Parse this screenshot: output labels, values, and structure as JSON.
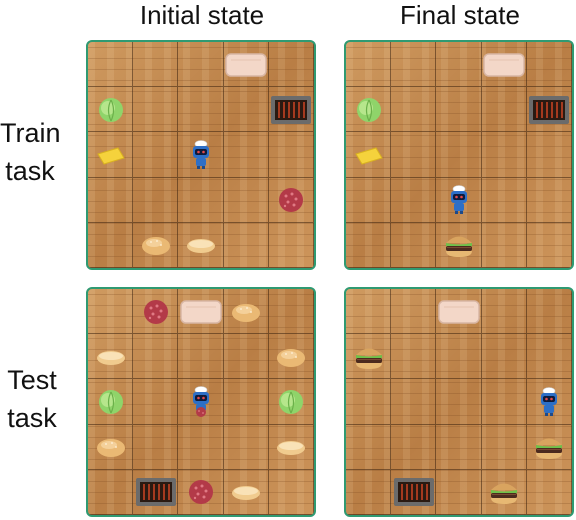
{
  "columns": {
    "initial": "Initial state",
    "final": "Final state"
  },
  "rows": {
    "train": {
      "line1": "Train",
      "line2": "task"
    },
    "test": {
      "line1": "Test",
      "line2": "task"
    }
  },
  "colors": {
    "board_border": "#2f9a72",
    "wood": "#c68f55"
  },
  "boards": [
    {
      "id": "train-initial",
      "items": [
        {
          "type": "cutting-board",
          "row": 0,
          "col": 3
        },
        {
          "type": "lettuce",
          "row": 1,
          "col": 0
        },
        {
          "type": "grill",
          "row": 1,
          "col": 4
        },
        {
          "type": "cheese",
          "row": 2,
          "col": 0
        },
        {
          "type": "chef-robot",
          "row": 2,
          "col": 2
        },
        {
          "type": "raw-patty",
          "row": 3,
          "col": 4
        },
        {
          "type": "bun-top",
          "row": 4,
          "col": 1
        },
        {
          "type": "bun-bottom",
          "row": 4,
          "col": 2
        }
      ]
    },
    {
      "id": "train-final",
      "items": [
        {
          "type": "cutting-board",
          "row": 0,
          "col": 3
        },
        {
          "type": "lettuce",
          "row": 1,
          "col": 0
        },
        {
          "type": "grill",
          "row": 1,
          "col": 4
        },
        {
          "type": "cheese",
          "row": 2,
          "col": 0
        },
        {
          "type": "chef-robot",
          "row": 3,
          "col": 2
        },
        {
          "type": "burger",
          "row": 4,
          "col": 2
        }
      ]
    },
    {
      "id": "test-initial",
      "items": [
        {
          "type": "raw-patty",
          "row": 0,
          "col": 1
        },
        {
          "type": "cutting-board",
          "row": 0,
          "col": 2
        },
        {
          "type": "bun-top",
          "row": 0,
          "col": 3
        },
        {
          "type": "bun-bottom",
          "row": 1,
          "col": 0
        },
        {
          "type": "bun-top",
          "row": 1,
          "col": 4
        },
        {
          "type": "lettuce",
          "row": 2,
          "col": 0
        },
        {
          "type": "chef-robot-holding-patty",
          "row": 2,
          "col": 2
        },
        {
          "type": "lettuce",
          "row": 2,
          "col": 4
        },
        {
          "type": "bun-top",
          "row": 3,
          "col": 0
        },
        {
          "type": "bun-bottom",
          "row": 3,
          "col": 4
        },
        {
          "type": "grill",
          "row": 4,
          "col": 1
        },
        {
          "type": "raw-patty",
          "row": 4,
          "col": 2
        },
        {
          "type": "bun-bottom",
          "row": 4,
          "col": 3
        }
      ]
    },
    {
      "id": "test-final",
      "items": [
        {
          "type": "cutting-board",
          "row": 0,
          "col": 2
        },
        {
          "type": "burger",
          "row": 1,
          "col": 0
        },
        {
          "type": "chef-robot",
          "row": 2,
          "col": 4
        },
        {
          "type": "burger",
          "row": 3,
          "col": 4
        },
        {
          "type": "grill",
          "row": 4,
          "col": 1
        },
        {
          "type": "burger",
          "row": 4,
          "col": 3
        }
      ]
    }
  ]
}
